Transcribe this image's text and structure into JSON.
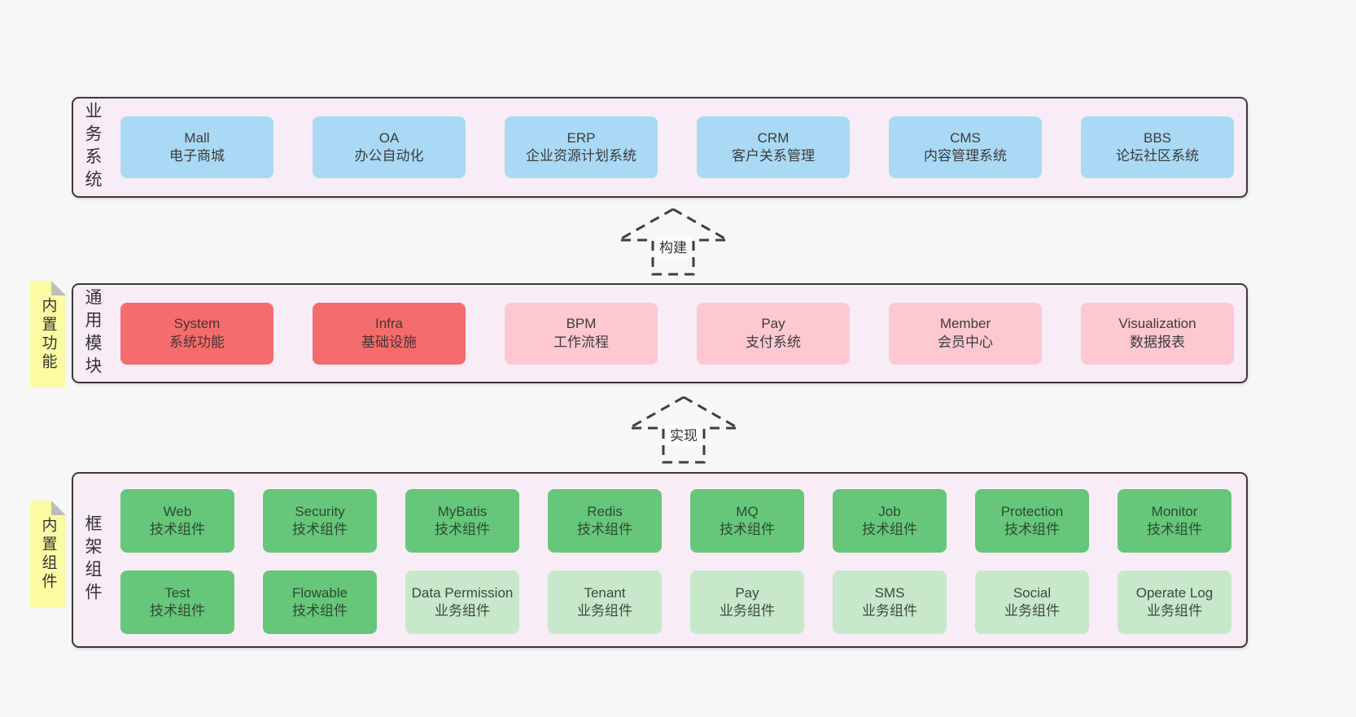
{
  "page": {
    "background": "#f7f7f7"
  },
  "colors": {
    "container_bg": "#f8edf6",
    "container_border": "#3a3a3a",
    "blue": "#a9d9f5",
    "red": "#f56c6c",
    "pink": "#fdc8d0",
    "green": "#66c67a",
    "green_light": "#c7e8ca",
    "note_yellow": "#fbfba3",
    "note_fold": "#bdbdbd",
    "text": "#3c3c3c"
  },
  "arrows": [
    {
      "label": "构建"
    },
    {
      "label": "实现"
    }
  ],
  "layers": [
    {
      "label": "业务系统",
      "items": [
        {
          "name": "Mall",
          "desc": "电子商城",
          "variant": "blue"
        },
        {
          "name": "OA",
          "desc": "办公自动化",
          "variant": "blue"
        },
        {
          "name": "ERP",
          "desc": "企业资源计划系统",
          "variant": "blue"
        },
        {
          "name": "CRM",
          "desc": "客户关系管理",
          "variant": "blue"
        },
        {
          "name": "CMS",
          "desc": "内容管理系统",
          "variant": "blue"
        },
        {
          "name": "BBS",
          "desc": "论坛社区系统",
          "variant": "blue"
        }
      ]
    },
    {
      "label": "通用模块",
      "note": "内置功能",
      "items": [
        {
          "name": "System",
          "desc": "系统功能",
          "variant": "red"
        },
        {
          "name": "Infra",
          "desc": "基础设施",
          "variant": "red"
        },
        {
          "name": "BPM",
          "desc": "工作流程",
          "variant": "pink"
        },
        {
          "name": "Pay",
          "desc": "支付系统",
          "variant": "pink"
        },
        {
          "name": "Member",
          "desc": "会员中心",
          "variant": "pink"
        },
        {
          "name": "Visualization",
          "desc": "数据报表",
          "variant": "pink"
        }
      ]
    },
    {
      "label": "框架组件",
      "note": "内置组件",
      "rows": [
        [
          {
            "name": "Web",
            "desc": "技术组件",
            "variant": "green"
          },
          {
            "name": "Security",
            "desc": "技术组件",
            "variant": "green"
          },
          {
            "name": "MyBatis",
            "desc": "技术组件",
            "variant": "green"
          },
          {
            "name": "Redis",
            "desc": "技术组件",
            "variant": "green"
          },
          {
            "name": "MQ",
            "desc": "技术组件",
            "variant": "green"
          },
          {
            "name": "Job",
            "desc": "技术组件",
            "variant": "green"
          },
          {
            "name": "Protection",
            "desc": "技术组件",
            "variant": "green"
          },
          {
            "name": "Monitor",
            "desc": "技术组件",
            "variant": "green"
          }
        ],
        [
          {
            "name": "Test",
            "desc": "技术组件",
            "variant": "green"
          },
          {
            "name": "Flowable",
            "desc": "技术组件",
            "variant": "green"
          },
          {
            "name": "Data Permission",
            "desc": "业务组件",
            "variant": "green-light"
          },
          {
            "name": "Tenant",
            "desc": "业务组件",
            "variant": "green-light"
          },
          {
            "name": "Pay",
            "desc": "业务组件",
            "variant": "green-light"
          },
          {
            "name": "SMS",
            "desc": "业务组件",
            "variant": "green-light"
          },
          {
            "name": "Social",
            "desc": "业务组件",
            "variant": "green-light"
          },
          {
            "name": "Operate Log",
            "desc": "业务组件",
            "variant": "green-light"
          }
        ]
      ]
    }
  ]
}
